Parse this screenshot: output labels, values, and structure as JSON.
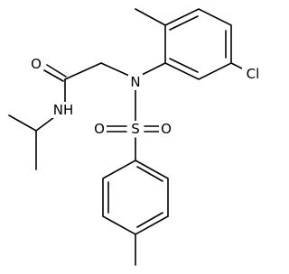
{
  "diagram": {
    "type": "skeletal-formula",
    "atoms": {
      "oxygen_carbonyl": "O",
      "nitrogen_amide": "NH",
      "nitrogen_sulfonamide": "N",
      "chlorine": "Cl",
      "sulfur": "S",
      "oxygen_sulfonyl_left": "O",
      "oxygen_sulfonyl_right": "O"
    }
  }
}
